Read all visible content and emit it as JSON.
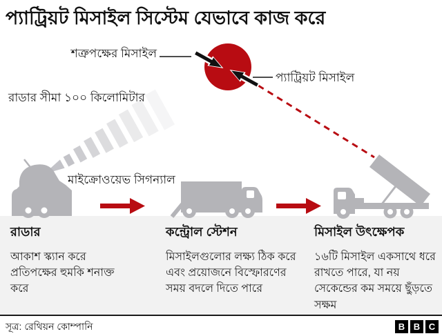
{
  "title": "প্যাট্রিয়ট মিসাইল সিস্টেম যেভাবে কাজ করে",
  "colors": {
    "accent_red": "#b80c12",
    "vehicle_gray": "#b4b4b8",
    "panel_background": "#f2f2f2",
    "text": "#1a1a1a"
  },
  "diagram": {
    "enemy_missile_label": "শত্রুপক্ষের মিসাইল",
    "patriot_missile_label": "প্যাট্রিয়ট মিসাইল",
    "radar_range_label": "রাডার সীমা ১০০ কিলোমিটার",
    "microwave_signal_label": "মাইক্রোওয়েভ সিগন্যাল",
    "icons": {
      "explosion-icon": "red filled circle with two missile arrows",
      "enemy-missile-icon": "black arrow entering from upper-left",
      "patriot-missile-icon": "black arrow entering from lower-right",
      "trajectory-icon": "red dashed line from explosion to launcher",
      "microwave-beam-icon": "fan of gray stripes from radar dish",
      "radar-vehicle-icon": "gray truck with radar dome",
      "control-station-icon": "gray box truck",
      "missile-launcher-icon": "gray truck with tilted launch tube",
      "flow-arrow-icon": "solid red right arrow"
    }
  },
  "columns": [
    {
      "heading": "রাডার",
      "body": "আকাশ স্ক্যান করে প্রতিপক্ষের হুমকি শনাক্ত করে"
    },
    {
      "heading": "কন্ট্রোল স্টেশন",
      "body": "মিসাইলগুলোর লক্ষ্য ঠিক করে এবং প্রয়োজনে বিস্ফোরণের সময় বদলে দিতে পারে"
    },
    {
      "heading": "মিসাইল উৎক্ষেপক",
      "body": "১৬টি মিসাইল একসাথে ধরে রাখতে পারে, যা নয় সেকেন্ডের কম সময়ে ছুঁড়তে সক্ষম"
    }
  ],
  "footer": {
    "source": "সূত্র: রেথিয়ন কোম্পানি",
    "logo_letters": [
      "B",
      "B",
      "C"
    ]
  }
}
